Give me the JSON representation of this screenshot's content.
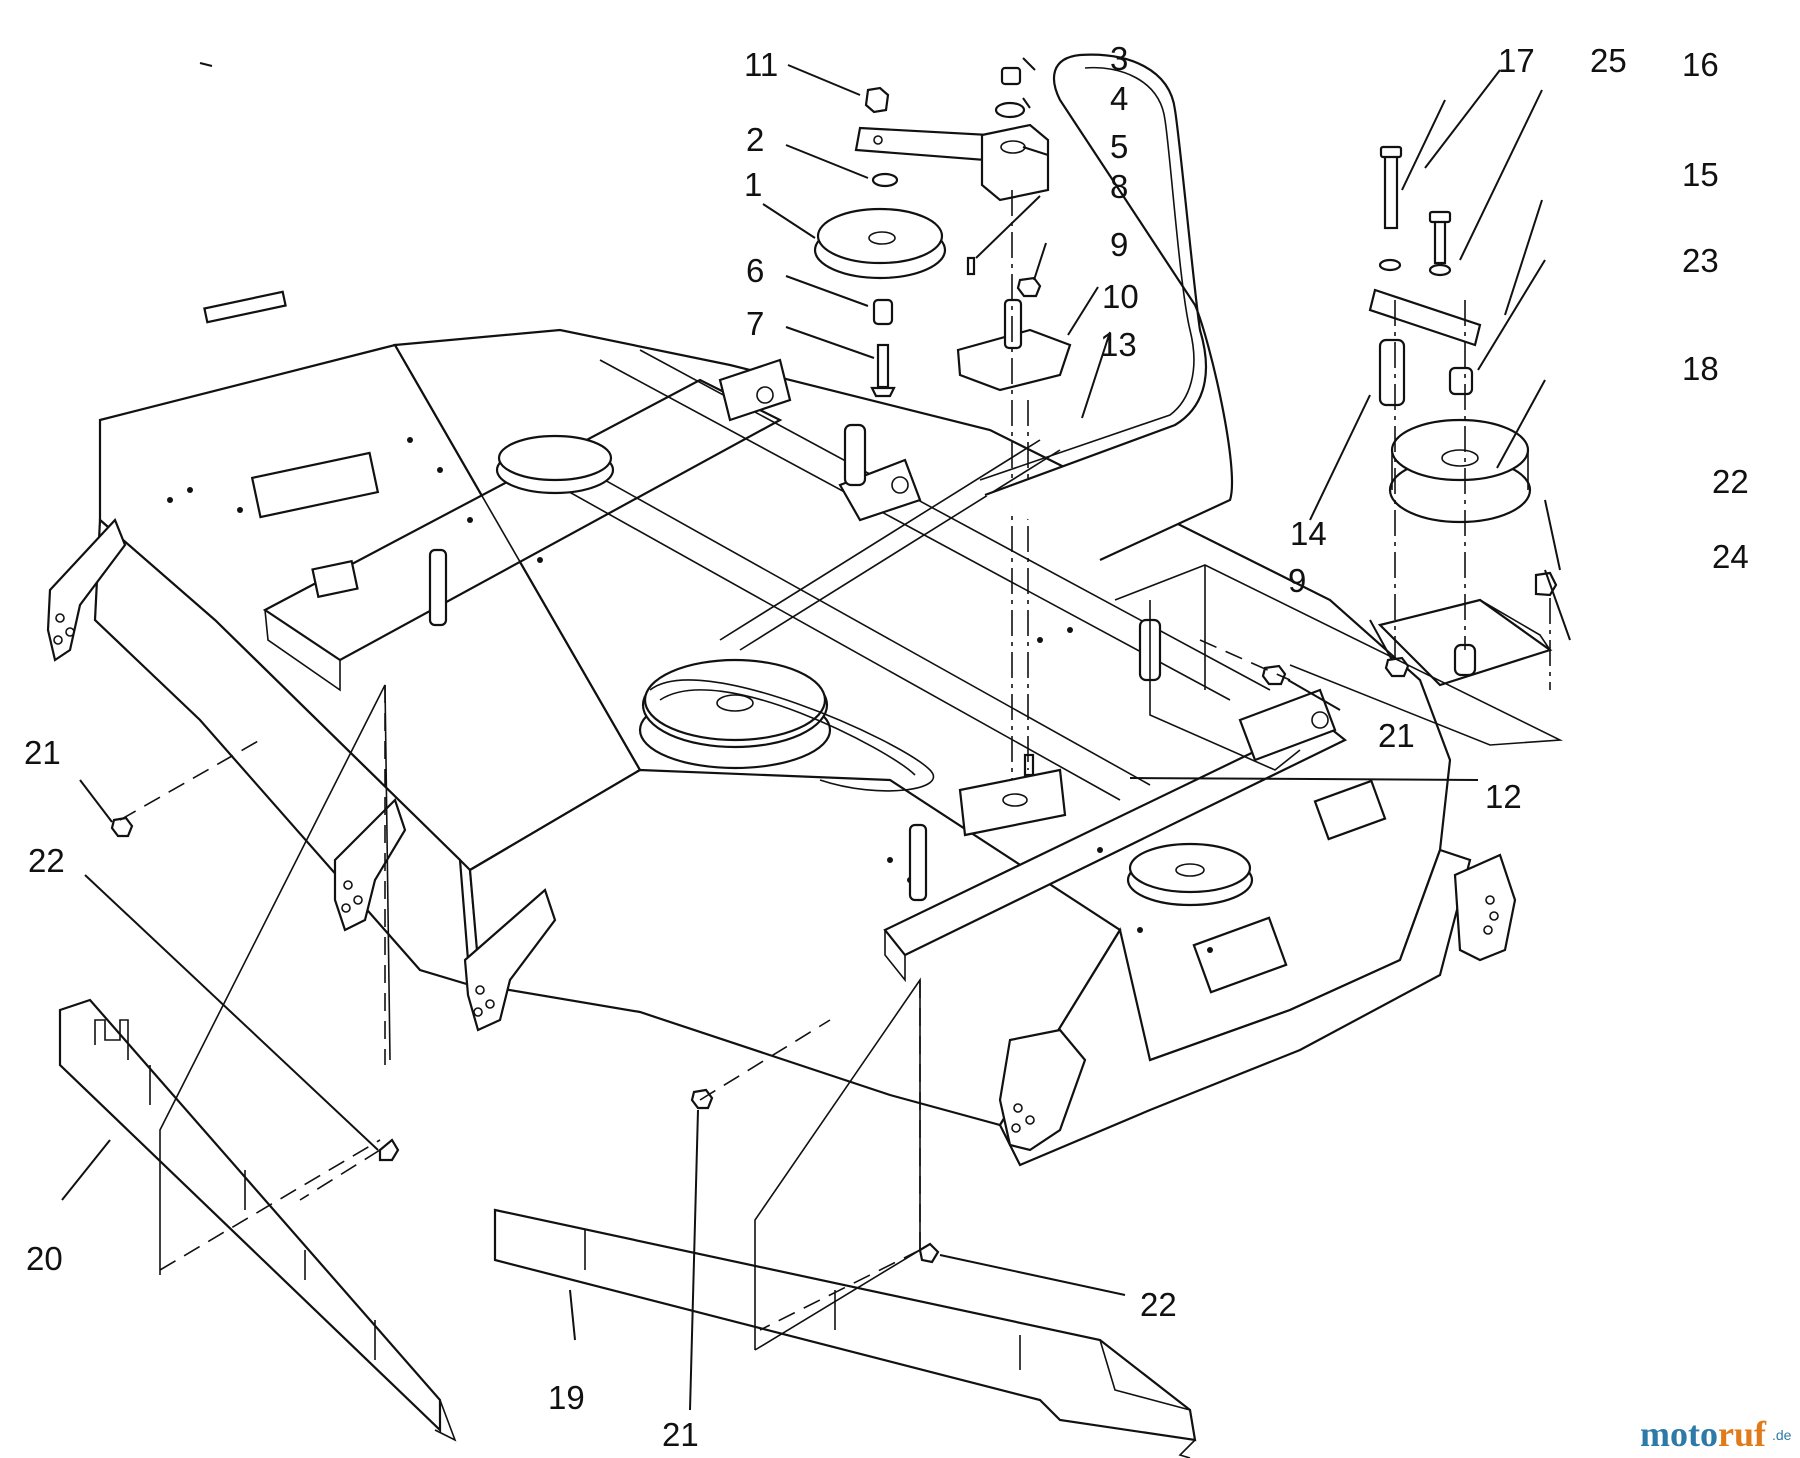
{
  "callouts": [
    {
      "label": "1"
    },
    {
      "label": "2"
    },
    {
      "label": "3"
    },
    {
      "label": "4"
    },
    {
      "label": "5"
    },
    {
      "label": "6"
    },
    {
      "label": "7"
    },
    {
      "label": "8"
    },
    {
      "label": "9"
    },
    {
      "label": "10"
    },
    {
      "label": "11"
    },
    {
      "label": "12"
    },
    {
      "label": "13"
    },
    {
      "label": "14"
    },
    {
      "label": "15"
    },
    {
      "label": "16"
    },
    {
      "label": "17"
    },
    {
      "label": "18"
    },
    {
      "label": "19"
    },
    {
      "label": "20"
    },
    {
      "label": "21"
    },
    {
      "label": "21"
    },
    {
      "label": "21"
    },
    {
      "label": "22"
    },
    {
      "label": "22"
    },
    {
      "label": "22"
    },
    {
      "label": "23"
    },
    {
      "label": "24"
    },
    {
      "label": "25"
    },
    {
      "label": "9"
    }
  ],
  "watermark": {
    "brand_a": "moto",
    "brand_b": "ruf",
    "suffix": ".de"
  }
}
